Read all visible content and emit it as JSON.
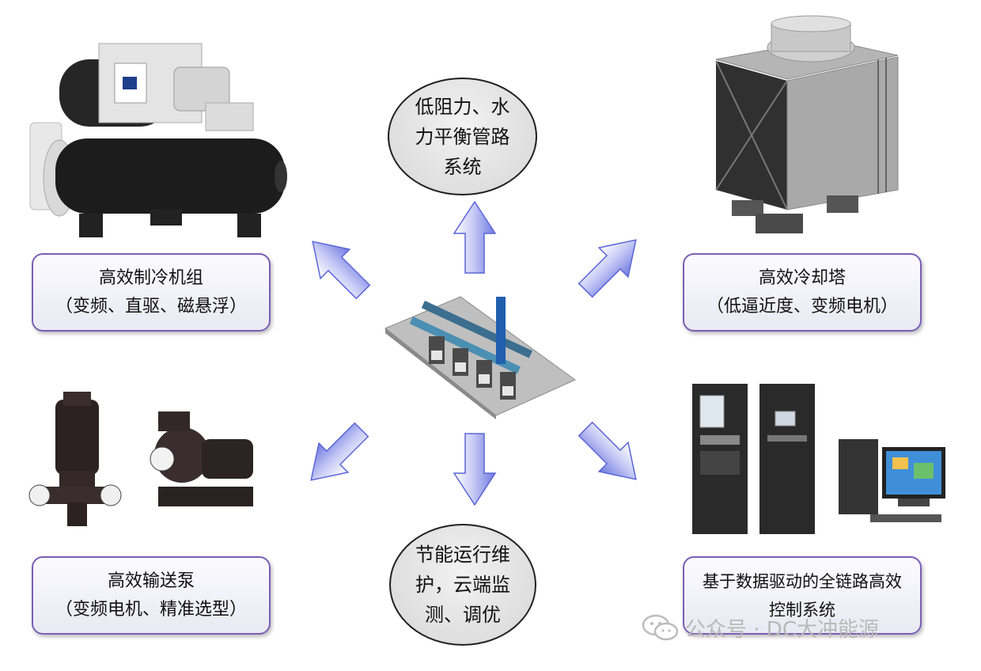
{
  "center_ellipse_top": {
    "lines": [
      "低阻力、水",
      "力平衡管路",
      "系统"
    ]
  },
  "center_ellipse_bottom": {
    "lines": [
      "节能运行维",
      "护，云端监",
      "测、调优"
    ]
  },
  "box_chiller": {
    "line1": "高效制冷机组",
    "line2": "（变频、直驱、磁悬浮）"
  },
  "box_cooling_tower": {
    "line1": "高效冷却塔",
    "line2": "（低逼近度、变频电机）"
  },
  "box_pump": {
    "line1": "高效输送泵",
    "line2": "（变频电机、精准选型）"
  },
  "box_control": {
    "line1": "基于数据驱动的全链路高效",
    "line2": "控制系统"
  },
  "watermark": {
    "text": "公众号 · DC大冲能源"
  },
  "colors": {
    "arrow": "#7c86e6",
    "box_border": "#7b5fb5"
  }
}
